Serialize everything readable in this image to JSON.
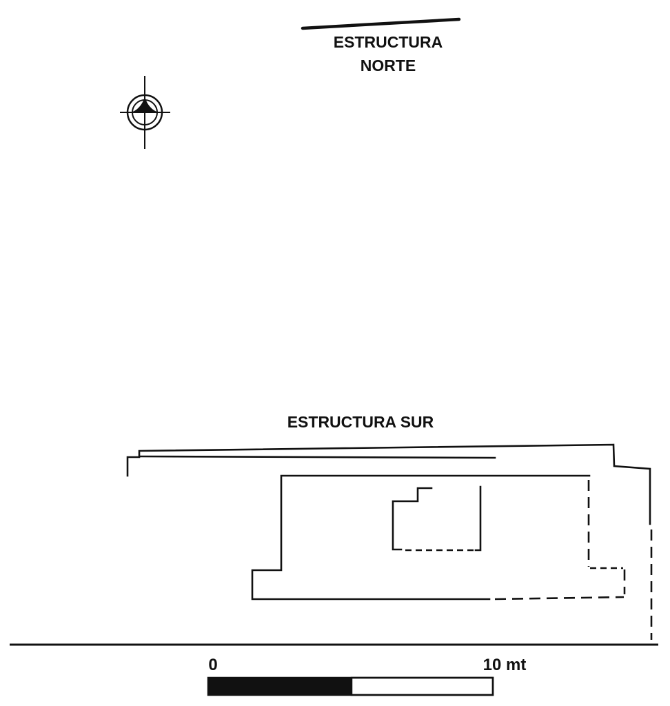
{
  "labels": {
    "north_structure_line1": "ESTRUCTURA",
    "north_structure_line2": "NORTE",
    "south_structure": "ESTRUCTURA SUR"
  },
  "scale_bar": {
    "start_label": "0",
    "end_label": "10 mt"
  },
  "icons": {
    "north_arrow": "north-arrow-icon"
  },
  "colors": {
    "ink": "#111111",
    "paper": "#ffffff"
  }
}
